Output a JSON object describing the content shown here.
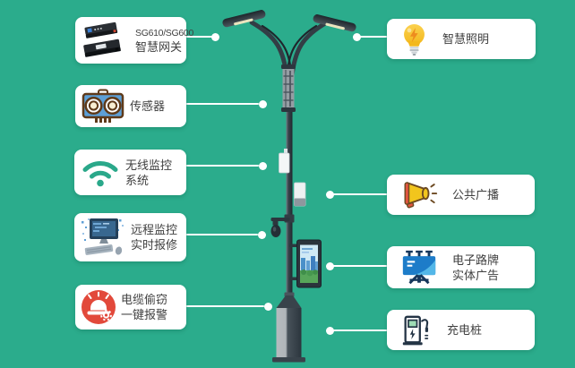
{
  "colors": {
    "background": "#2BAC8C",
    "card_bg": "#FFFFFF",
    "text": "#3F3F3F",
    "connector": "#FFFFFF",
    "alarm_red": "#E2493B",
    "bulb_yellow": "#F7C325",
    "bolt_orange": "#EE8C1E",
    "megaphone_yellow": "#F2C51D",
    "billboard_blue": "#1D7CC9",
    "wifi_teal": "#2AA88A",
    "sensor_blue": "#5D9FD6",
    "charger_screen_green": "#9EDCB4"
  },
  "left_cards": [
    {
      "icon": "gateway-devices-icon",
      "line1": "SG610/SG600",
      "line2": "智慧网关"
    },
    {
      "icon": "ultrasonic-sensor-icon",
      "line1": "传感器"
    },
    {
      "icon": "wifi-icon",
      "line1": "无线监控",
      "line2": "系统"
    },
    {
      "icon": "remote-computer-icon",
      "line1": "远程监控",
      "line2": "实时报修"
    },
    {
      "icon": "alarm-siren-icon",
      "line1": "电缆偷窃",
      "line2": "一键报警"
    }
  ],
  "right_cards": [
    {
      "icon": "smart-bulb-icon",
      "line1": "智慧照明"
    },
    {
      "icon": "megaphone-icon",
      "line1": "公共广播"
    },
    {
      "icon": "billboard-icon",
      "line1": "电子路牌",
      "line2": "实体广告"
    },
    {
      "icon": "charging-pile-icon",
      "line1": "充电桩"
    }
  ]
}
